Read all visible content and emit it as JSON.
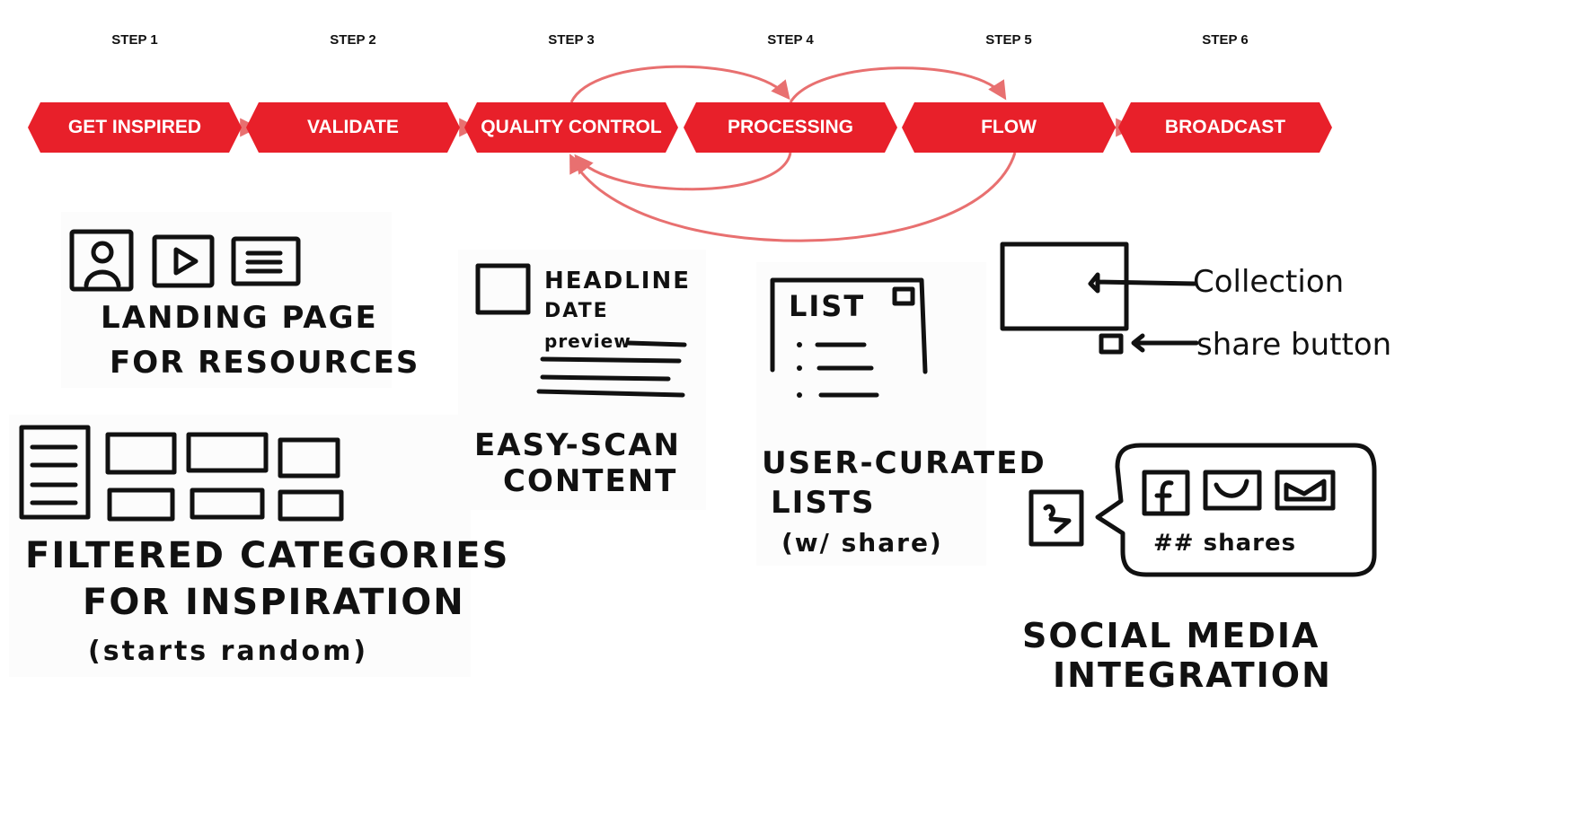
{
  "colors": {
    "accent": "#e8202a",
    "connector": "#e87070",
    "ink": "#111111"
  },
  "steps": [
    {
      "step": "STEP 1",
      "label": "GET INSPIRED"
    },
    {
      "step": "STEP 2",
      "label": "VALIDATE"
    },
    {
      "step": "STEP 3",
      "label": "QUALITY CONTROL"
    },
    {
      "step": "STEP 4",
      "label": "PROCESSING"
    },
    {
      "step": "STEP 5",
      "label": "FLOW"
    },
    {
      "step": "STEP 6",
      "label": "BROADCAST"
    }
  ],
  "sketches": {
    "landing": {
      "line1": "LANDING PAGE",
      "line2": "FOR RESOURCES",
      "icons": [
        "user-icon",
        "play-icon",
        "document-icon"
      ]
    },
    "filtered": {
      "line1": "FILTERED CATEGORIES",
      "line2": "FOR INSPIRATION",
      "line3": "(starts random)"
    },
    "easyscan": {
      "heading": "HEADLINE",
      "date": "DATE",
      "preview": "preview",
      "line1": "EASY-SCAN",
      "line2": "CONTENT"
    },
    "lists": {
      "list_title": "LIST",
      "line1": "USER-CURATED",
      "line2": "LISTS",
      "line3": "(w/ share)"
    },
    "collection": {
      "collection_label": "Collection",
      "share_label": "share button"
    },
    "social": {
      "shares": "## shares",
      "line1": "SOCIAL MEDIA",
      "line2": "INTEGRATION",
      "icons": [
        "facebook-icon",
        "twitter-icon",
        "email-icon"
      ]
    }
  }
}
